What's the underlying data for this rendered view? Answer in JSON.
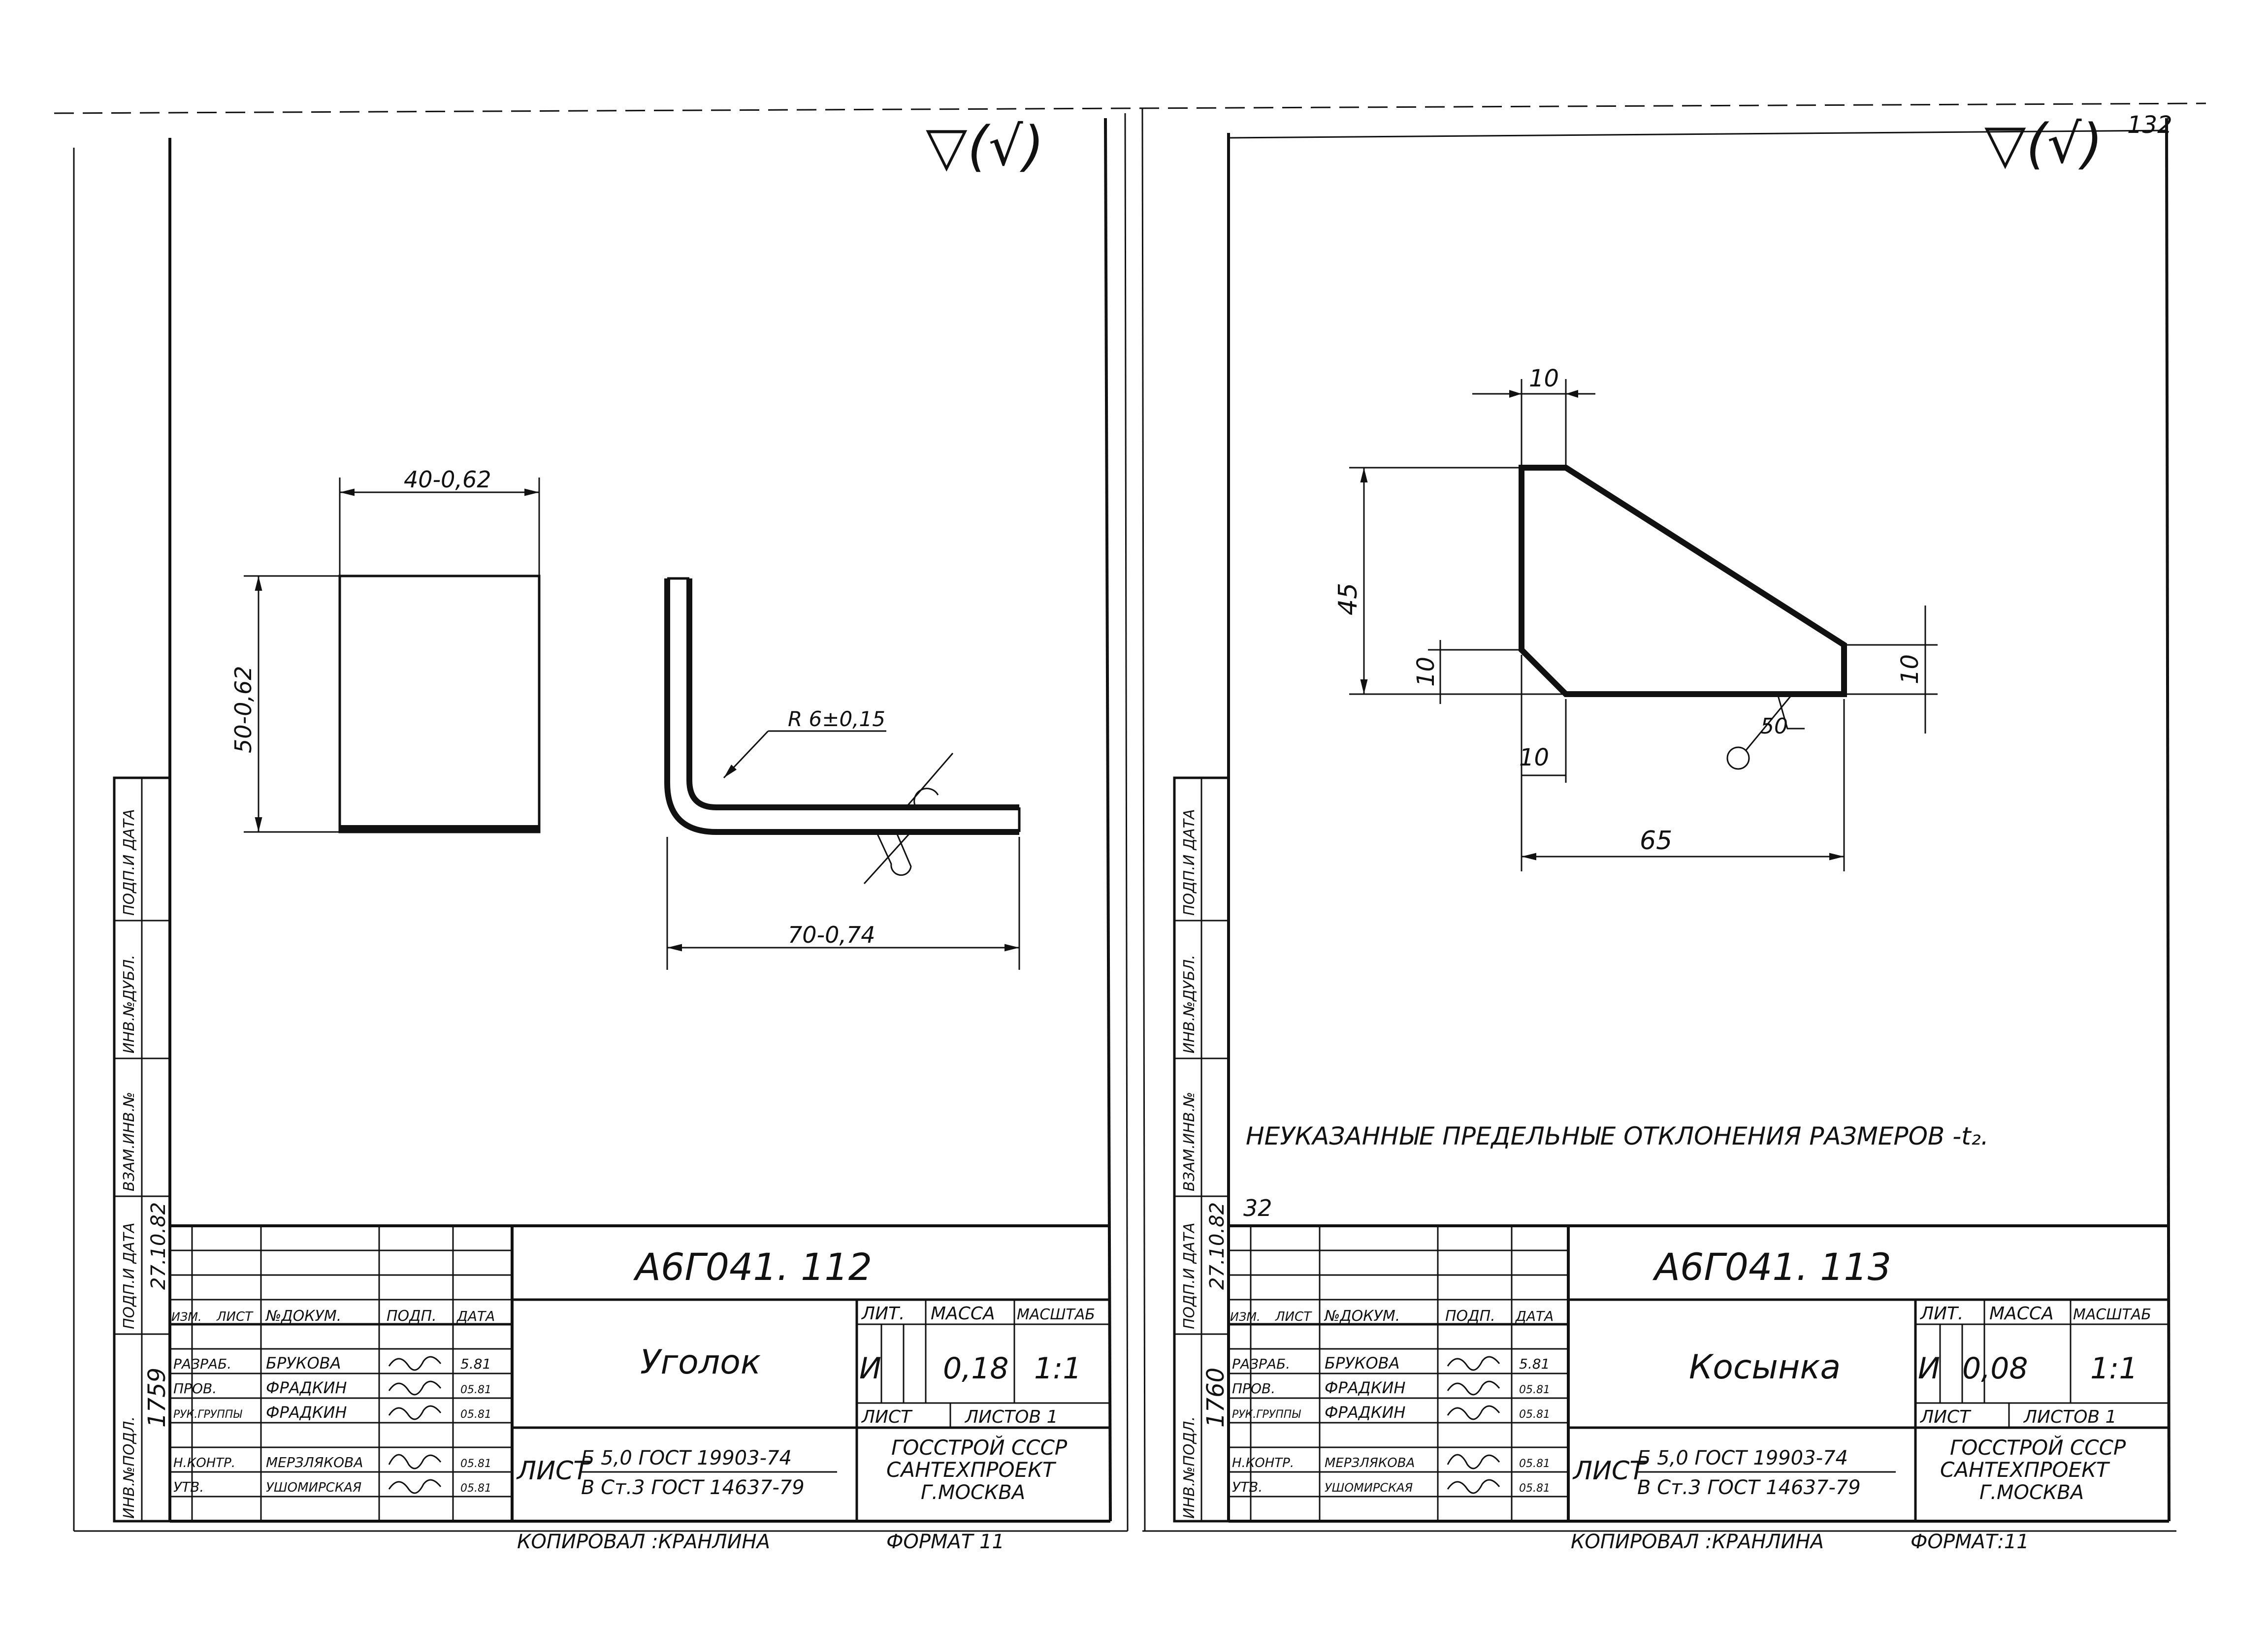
{
  "left_sheet": {
    "roughness": "▽(√)",
    "dims": {
      "width_top": "40-0,62",
      "height": "50-0,62",
      "radius": "R 6±0,15",
      "length": "70-0,74"
    },
    "side_stamp": {
      "headers": [
        "ИНВ.№ПОДЛ.",
        "ПОДП.И ДАТА",
        "ВЗАМ.ИНВ.№",
        "ИНВ.№ДУБЛ.",
        "ПОДП.И ДАТА"
      ],
      "inv_number": "1759",
      "sign_date": "27.10.82"
    },
    "title_block": {
      "doc_number": "А6Г041. 112",
      "part_name": "Уголок",
      "col_headers": [
        "ИЗМ.",
        "ЛИСТ",
        "№ДОКУМ.",
        "ПОДП.",
        "ДАТА"
      ],
      "roles": [
        "РАЗРАБ.",
        "ПРОВ.",
        "РУК.ГРУППЫ",
        "",
        "Н.КОНТР.",
        "УТВ."
      ],
      "names": [
        "БРУКОВА",
        "ФРАДКИН",
        "ФРАДКИН",
        "",
        "МЕРЗЛЯКОВА",
        "УШОМИРСКАЯ"
      ],
      "dates": [
        "5.81",
        "05.81",
        "05.81",
        "",
        "05.81",
        "05.81"
      ],
      "lit_label": "ЛИТ.",
      "mass_label": "МАССА",
      "scale_label": "МАСШТАБ",
      "lit_value": "И",
      "mass_value": "0,18",
      "scale_value": "1:1",
      "sheet_label": "ЛИСТ",
      "sheets_label": "ЛИСТОВ 1",
      "material_prefix": "ЛИСТ",
      "material_top": "Б 5,0 ГОСТ 19903-74",
      "material_bottom": "В Ст.3 ГОСТ 14637-79",
      "org_line1": "ГОССТРОЙ СССР",
      "org_line2": "САНТЕХПРОЕКТ",
      "org_line3": "Г.МОСКВА",
      "copied_by": "КОПИРОВАЛ :КРАНЛИНА",
      "format": "ФОРМАТ 11"
    }
  },
  "right_sheet": {
    "roughness": "▽(√)",
    "page_number": "132",
    "dims": {
      "top": "10",
      "height": "45",
      "left_small": "10",
      "right_small": "10",
      "bottom_small": "10",
      "length": "65",
      "weld": "50"
    },
    "note": "НЕУКАЗАННЫЕ ПРЕДЕЛЬНЫЕ ОТКЛОНЕНИЯ РАЗМЕРОВ -t₂.",
    "corner_note": "32",
    "side_stamp": {
      "headers": [
        "ИНВ.№ПОДЛ.",
        "ПОДП.И ДАТА",
        "ВЗАМ.ИНВ.№",
        "ИНВ.№ДУБЛ.",
        "ПОДП.И ДАТА"
      ],
      "inv_number": "1760",
      "sign_date": "27.10.82"
    },
    "title_block": {
      "doc_number": "А6Г041. 113",
      "part_name": "Косынка",
      "col_headers": [
        "ИЗМ.",
        "ЛИСТ",
        "№ДОКУМ.",
        "ПОДП.",
        "ДАТА"
      ],
      "roles": [
        "РАЗРАБ.",
        "ПРОВ.",
        "РУК.ГРУППЫ",
        "",
        "Н.КОНТР.",
        "УТВ."
      ],
      "names": [
        "БРУКОВА",
        "ФРАДКИН",
        "ФРАДКИН",
        "",
        "МЕРЗЛЯКОВА",
        "УШОМИРСКАЯ"
      ],
      "dates": [
        "5.81",
        "05.81",
        "05.81",
        "",
        "05.81",
        "05.81"
      ],
      "lit_label": "ЛИТ.",
      "mass_label": "МАССА",
      "scale_label": "МАСШТАБ",
      "lit_value": "И",
      "mass_value": "0,08",
      "scale_value": "1:1",
      "sheet_label": "ЛИСТ",
      "sheets_label": "ЛИСТОВ 1",
      "material_prefix": "ЛИСТ",
      "material_top": "Б 5,0 ГОСТ 19903-74",
      "material_bottom": "В Ст.3 ГОСТ 14637-79",
      "org_line1": "ГОССТРОЙ СССР",
      "org_line2": "САНТЕХПРОЕКТ",
      "org_line3": "Г.МОСКВА",
      "copied_by": "КОПИРОВАЛ :КРАНЛИНА",
      "format": "ФОРМАТ:11"
    }
  }
}
